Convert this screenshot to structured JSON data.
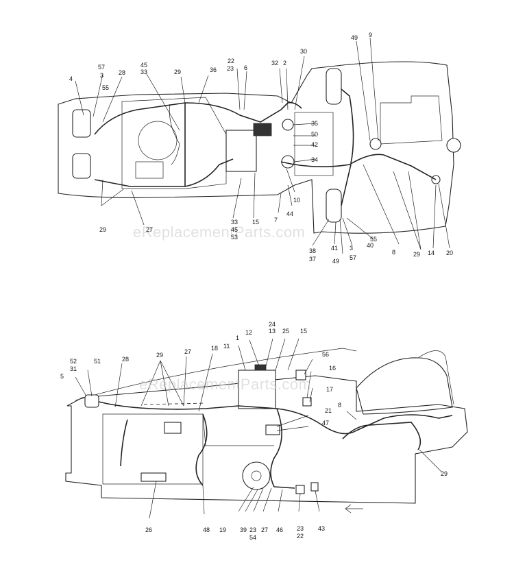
{
  "watermarks": [
    "eReplacementParts.com",
    "eReplacementParts.com"
  ],
  "top_view": {
    "callouts": [
      "57",
      "3",
      "4",
      "55",
      "28",
      "45",
      "33",
      "29",
      "36",
      "22",
      "23",
      "6",
      "32",
      "2",
      "30",
      "49",
      "9",
      "35",
      "50",
      "42",
      "34",
      "10",
      "44",
      "7",
      "15",
      "33",
      "45",
      "53",
      "27",
      "29",
      "38",
      "37",
      "41",
      "49",
      "3",
      "57",
      "40",
      "55",
      "8",
      "29",
      "14",
      "20"
    ]
  },
  "side_view": {
    "callouts": [
      "24",
      "13",
      "25",
      "15",
      "1",
      "12",
      "11",
      "18",
      "27",
      "29",
      "28",
      "52",
      "31",
      "51",
      "5",
      "56",
      "16",
      "17",
      "21",
      "47",
      "8",
      "29",
      "26",
      "48",
      "19",
      "39",
      "23",
      "54",
      "27",
      "46",
      "23",
      "22",
      "43"
    ]
  }
}
